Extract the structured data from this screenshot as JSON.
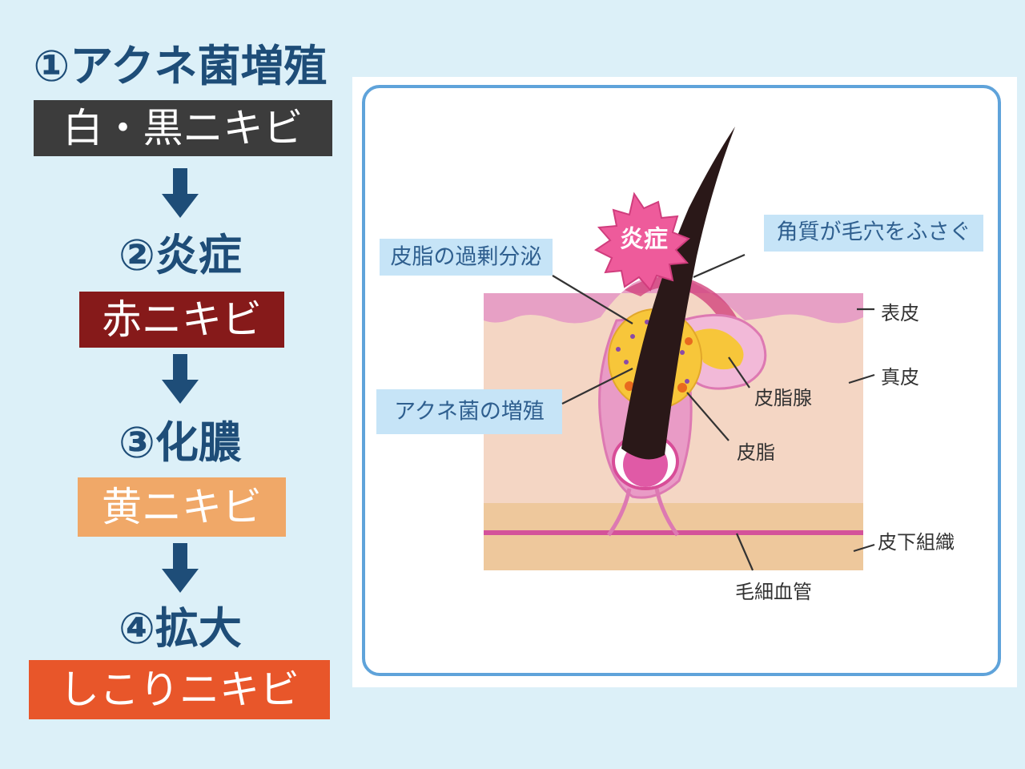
{
  "steps": [
    {
      "title": "①アクネ菌増殖",
      "badge": "白・黒ニキビ",
      "badge_color": "#3c3c3c"
    },
    {
      "title": "②炎症",
      "badge": "赤ニキビ",
      "badge_color": "#861a1a"
    },
    {
      "title": "③化膿",
      "badge": "黄ニキビ",
      "badge_color": "#f0a868"
    },
    {
      "title": "④拡大",
      "badge": "しこりニキビ",
      "badge_color": "#e8562a"
    }
  ],
  "arrow_color": "#1e4d78",
  "diagram": {
    "burst_label": "炎症",
    "tags": {
      "sebum_excess": "皮脂の過剰分泌",
      "acne_bacteria": "アクネ菌の増殖",
      "keratin": "角質が毛穴をふさぐ"
    },
    "labels": {
      "epidermis": "表皮",
      "dermis": "真皮",
      "subcutaneous": "皮下組織",
      "sebaceous_gland": "皮脂腺",
      "sebum": "皮脂",
      "capillary": "毛細血管"
    }
  }
}
